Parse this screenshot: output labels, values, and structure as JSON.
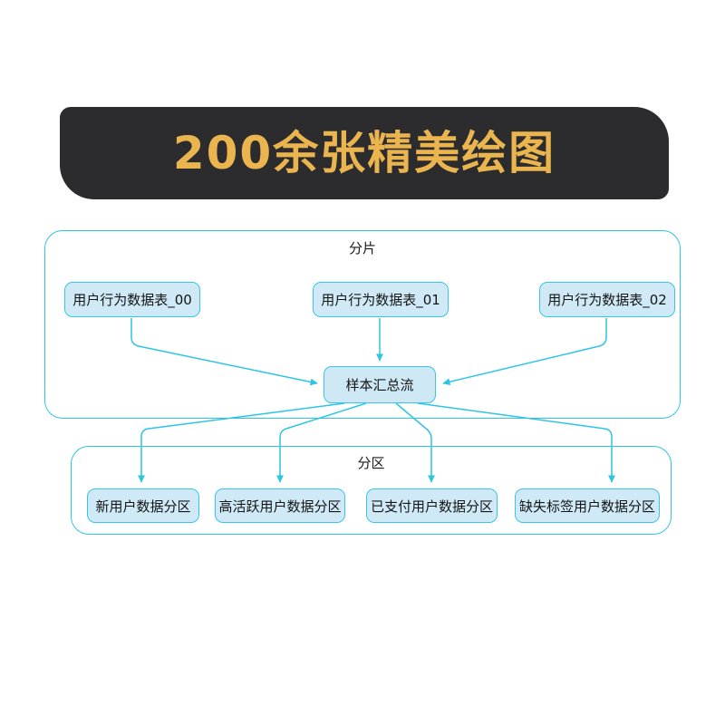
{
  "banner": {
    "title": "200余张精美绘图",
    "background_color": "#2c2c2e",
    "text_color": "#eab54f"
  },
  "diagram": {
    "accent_color": "#2ec4e6",
    "node_fill_color": "#cfeaf6",
    "node_border_color": "#37c6e8",
    "groups": [
      {
        "id": "shard",
        "label": "分片"
      },
      {
        "id": "partition",
        "label": "分区"
      }
    ],
    "shard_nodes": [
      {
        "label": "用户行为数据表_00"
      },
      {
        "label": "用户行为数据表_01"
      },
      {
        "label": "用户行为数据表_02"
      }
    ],
    "hub_node": {
      "label": "样本汇总流"
    },
    "partition_nodes": [
      {
        "label": "新用户数据分区"
      },
      {
        "label": "高活跃用户数据分区"
      },
      {
        "label": "已支付用户数据分区"
      },
      {
        "label": "缺失标签用户数据分区"
      }
    ]
  }
}
